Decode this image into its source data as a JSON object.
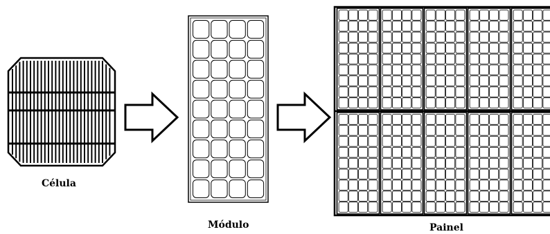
{
  "labels": {
    "cell": "Célula",
    "module": "Módulo",
    "panel": "Painel"
  },
  "colors": {
    "stroke": "#000000",
    "background": "#ffffff"
  },
  "module": {
    "columns": 4,
    "rows": 9
  },
  "panel": {
    "module_columns": 5,
    "module_rows": 2,
    "cells_per_module_columns": 4,
    "cells_per_module_rows": 9
  }
}
